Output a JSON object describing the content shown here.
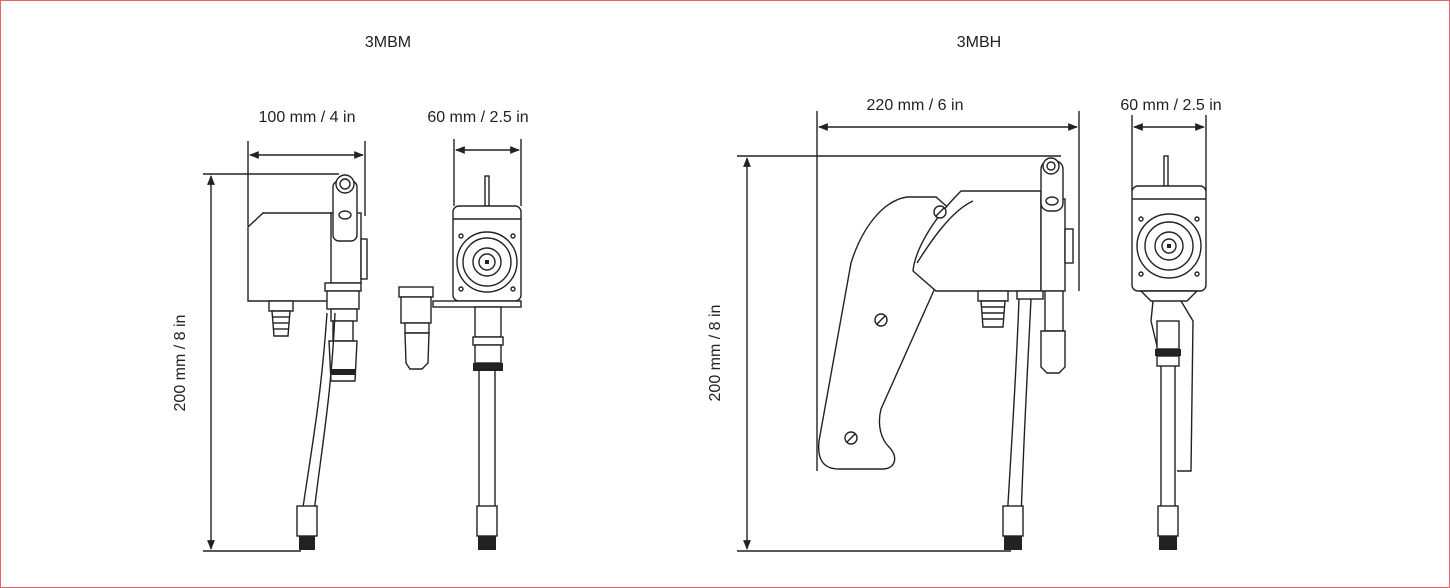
{
  "products": [
    {
      "title": "3MBM",
      "dim_width_side": "100 mm / 4 in",
      "dim_width_front": "60 mm / 2.5 in",
      "dim_height": "200 mm / 8 in"
    },
    {
      "title": "3MBH",
      "dim_width_side": "220 mm / 6 in",
      "dim_width_front": "60 mm / 2.5 in",
      "dim_height": "200 mm / 8 in"
    }
  ],
  "colors": {
    "frame_border": "#e2646a",
    "line": "#222222"
  }
}
